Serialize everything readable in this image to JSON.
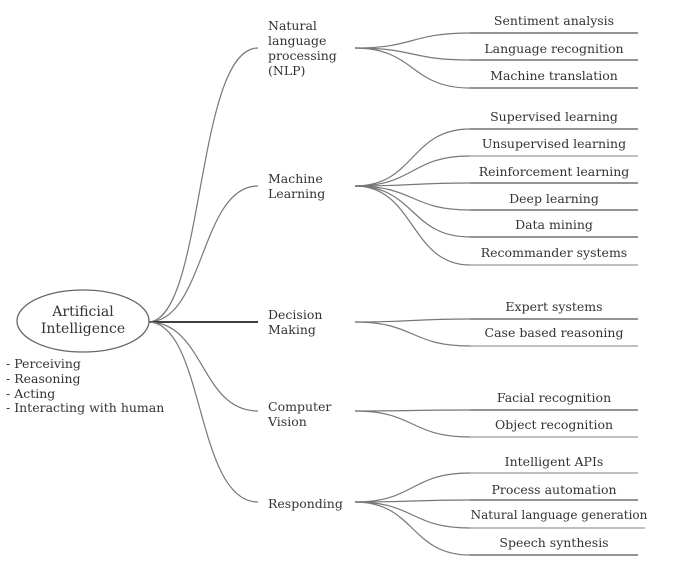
{
  "root": {
    "line1": "Artificial",
    "line2": "Intelligence"
  },
  "capabilities": [
    "- Perceiving",
    "- Reasoning",
    "- Acting",
    "- Interacting with human"
  ],
  "categories": [
    {
      "lines": [
        "Natural",
        "language",
        "processing",
        "(NLP)"
      ],
      "leaves": [
        "Sentiment analysis",
        "Language recognition",
        "Machine translation"
      ]
    },
    {
      "lines": [
        "Machine",
        "Learning"
      ],
      "leaves": [
        "Supervised learning",
        "Unsupervised learning",
        "Reinforcement learning",
        "Deep learning",
        "Data mining",
        "Recommander systems"
      ]
    },
    {
      "lines": [
        "Decision",
        "Making"
      ],
      "leaves": [
        "Expert systems",
        "Case based reasoning"
      ]
    },
    {
      "lines": [
        "Computer",
        "Vision"
      ],
      "leaves": [
        "Facial recognition",
        "Object recognition"
      ]
    },
    {
      "lines": [
        "Responding"
      ],
      "leaves": [
        "Intelligent APIs",
        "Process automation",
        "Natural language generation",
        "Speech synthesis"
      ]
    }
  ]
}
